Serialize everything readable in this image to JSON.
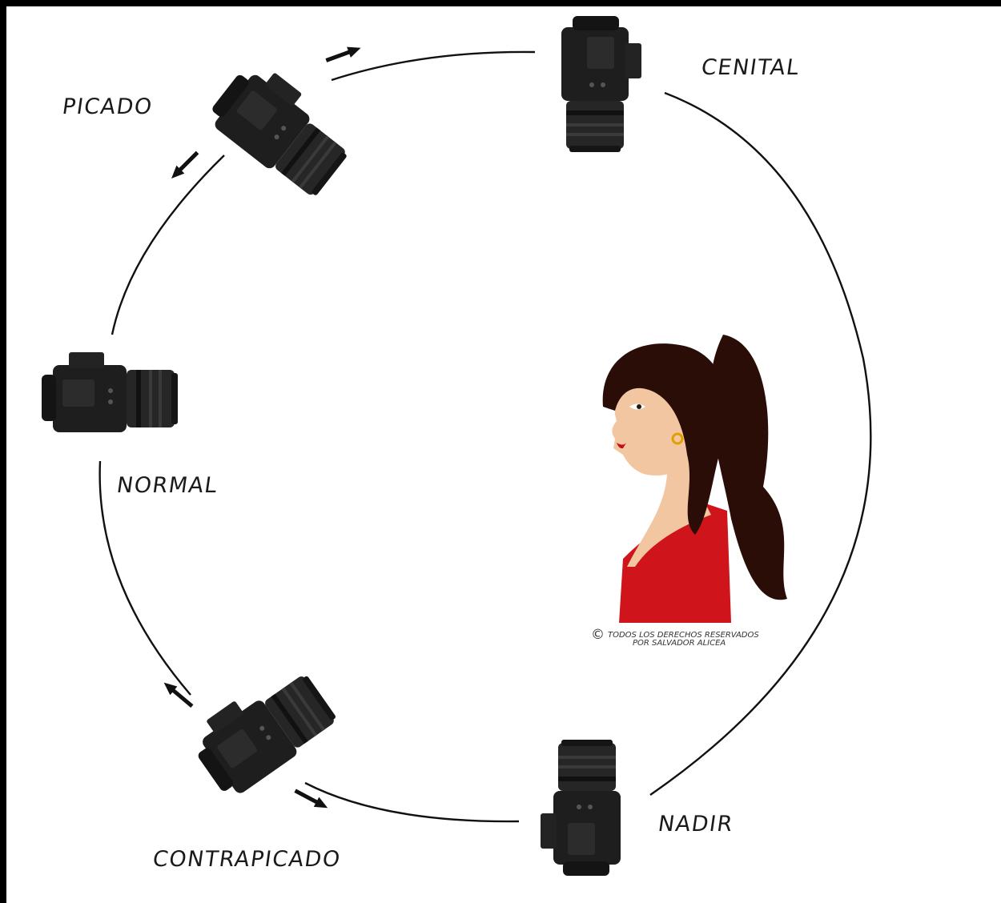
{
  "labels": {
    "picado": "PICADO",
    "cenital": "CENITAL",
    "normal": "NORMAL",
    "contrapicado": "CONTRAPICADO",
    "nadir": "NADIR"
  },
  "copyright": {
    "symbol": "©",
    "line1": "TODOS LOS DERECHOS RESERVADOS",
    "line2": "POR SALVADOR ALICEA"
  },
  "colors": {
    "background": "#ffffff",
    "frame": "#000000",
    "circle": "#111111",
    "camera_body": "#1e1e1e",
    "hair": "#2b0d07",
    "skin": "#f3c6a2",
    "dress": "#d0141c",
    "lips": "#c0101a",
    "earring": "#e0a100"
  },
  "icons": [
    "camera-icon",
    "arrow-icon",
    "woman-profile-illustration"
  ]
}
